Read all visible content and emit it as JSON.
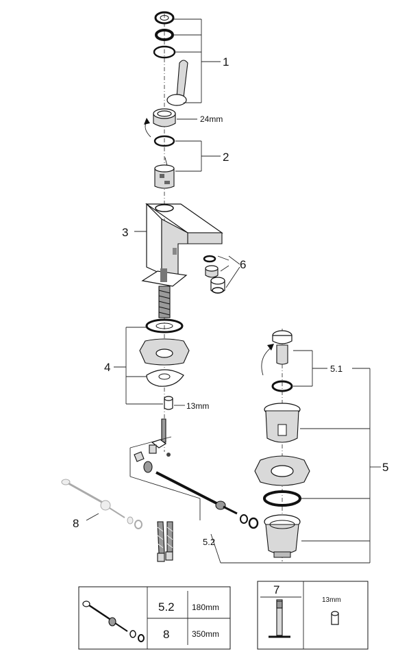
{
  "callouts": {
    "c1": "1",
    "c2": "2",
    "c3": "3",
    "c4": "4",
    "c5": "5",
    "c51": "5.1",
    "c52": "5.2",
    "c6": "6",
    "c8": "8"
  },
  "dimensions": {
    "nut": "24mm",
    "hex13": "13mm"
  },
  "table_left": {
    "row1_part": "5.2",
    "row1_len": "180mm",
    "row2_part": "8",
    "row2_len": "350mm"
  },
  "table_right": {
    "tool_number": "7",
    "tool_size": "13mm"
  }
}
